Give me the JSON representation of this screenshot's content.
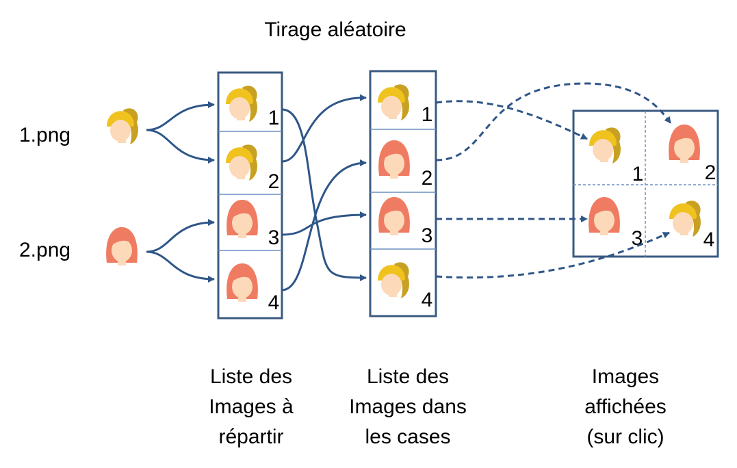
{
  "title": "Tirage aléatoire",
  "sources": [
    {
      "file": "1.png",
      "face": "blonde"
    },
    {
      "file": "2.png",
      "face": "red"
    }
  ],
  "list_to_distribute": {
    "caption": [
      "Liste des",
      "Images à",
      "répartir"
    ],
    "cells": [
      {
        "number": "1",
        "face": "blonde"
      },
      {
        "number": "2",
        "face": "blonde"
      },
      {
        "number": "3",
        "face": "red"
      },
      {
        "number": "4",
        "face": "red"
      }
    ]
  },
  "list_in_cells": {
    "caption": [
      "Liste des",
      "Images dans",
      "les cases"
    ],
    "cells": [
      {
        "number": "1",
        "face": "blonde"
      },
      {
        "number": "2",
        "face": "red"
      },
      {
        "number": "3",
        "face": "red"
      },
      {
        "number": "4",
        "face": "blonde"
      }
    ]
  },
  "displayed_images": {
    "caption": [
      "Images",
      "affichées",
      "(sur clic)"
    ],
    "cells": [
      {
        "number": "1",
        "face": "blonde"
      },
      {
        "number": "2",
        "face": "red"
      },
      {
        "number": "3",
        "face": "red"
      },
      {
        "number": "4",
        "face": "blonde"
      }
    ]
  },
  "colors": {
    "frame": "#3a5a80",
    "divider": "#6c8fc0",
    "arrow": "#2f5688",
    "blonde_hair": "#efc21e",
    "blonde_ponytail": "#c8a123",
    "red_hair": "#ef7c62",
    "skin": "#fcd9b8"
  }
}
